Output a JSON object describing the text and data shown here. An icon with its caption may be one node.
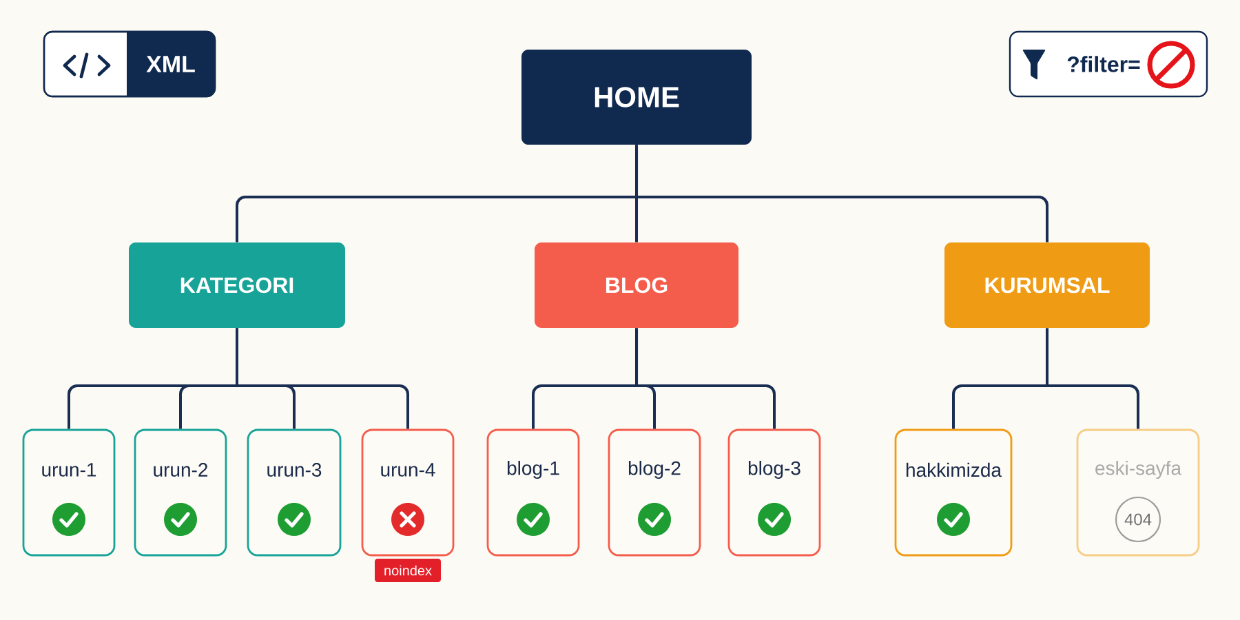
{
  "diagram": {
    "nodes": [
      {
        "text": [
          "XML"
        ]
      },
      {
        "text": [
          "HOME"
        ]
      },
      {
        "text": [
          "?filter="
        ]
      },
      {
        "text": [
          "KATEGORI"
        ]
      },
      {
        "text": [
          "BLOG"
        ]
      },
      {
        "text": [
          "KURUMSAL"
        ]
      },
      {
        "text": [
          "urun-1"
        ]
      },
      {
        "text": [
          "urun-2"
        ]
      },
      {
        "text": [
          "urun-3"
        ]
      },
      {
        "text": [
          "urun-4"
        ],
        "beside": [
          "noindex"
        ]
      },
      {
        "text": [
          "blog-1"
        ]
      },
      {
        "text": [
          "blog-2"
        ]
      },
      {
        "text": [
          "blog-3"
        ]
      },
      {
        "text": [
          "hakkimizda"
        ]
      },
      {
        "text": [
          "eski-sayfa",
          "404"
        ]
      }
    ],
    "edges": [
      {
        "from": 1,
        "to": 3,
        "arrow": "none"
      },
      {
        "from": 1,
        "to": 4,
        "arrow": "none"
      },
      {
        "from": 1,
        "to": 5,
        "arrow": "none"
      },
      {
        "from": 3,
        "to": 6,
        "arrow": "none"
      },
      {
        "from": 3,
        "to": 7,
        "arrow": "none"
      },
      {
        "from": 3,
        "to": 8,
        "arrow": "none"
      },
      {
        "from": 3,
        "to": 9,
        "arrow": "none"
      },
      {
        "from": 4,
        "to": 10,
        "arrow": "none"
      },
      {
        "from": 4,
        "to": 11,
        "arrow": "none"
      },
      {
        "from": 4,
        "to": 12,
        "arrow": "none"
      },
      {
        "from": 5,
        "to": 13,
        "arrow": "none"
      },
      {
        "from": 5,
        "to": 14,
        "arrow": "none"
      }
    ]
  }
}
